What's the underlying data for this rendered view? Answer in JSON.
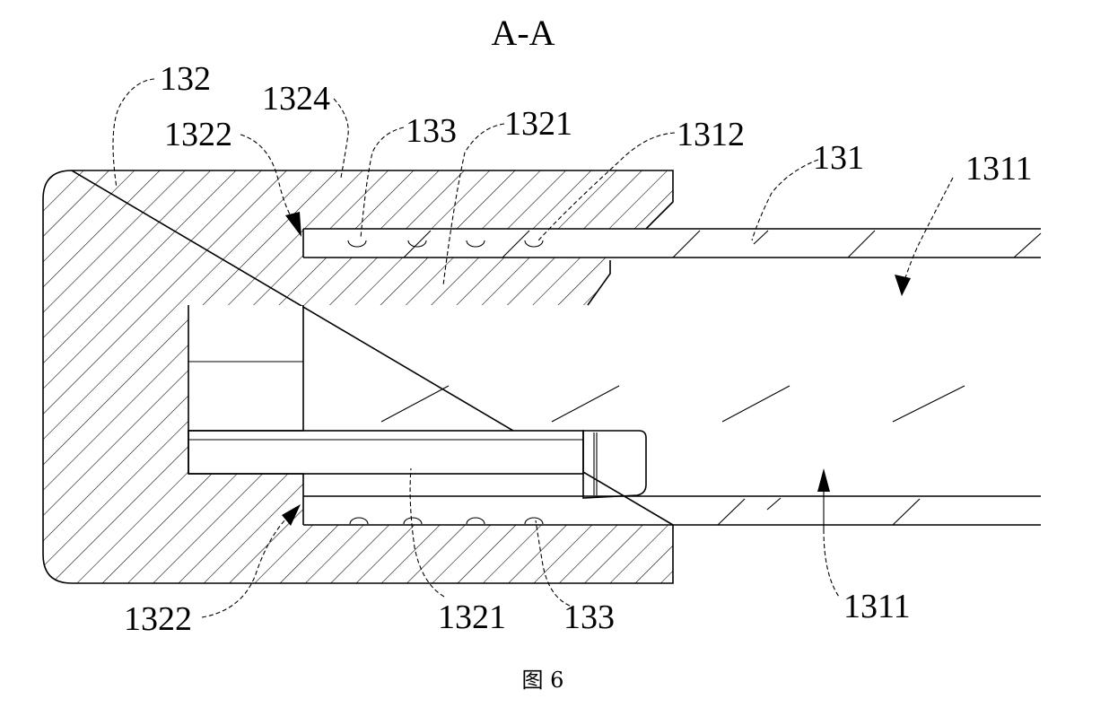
{
  "figure": {
    "title": "A-A",
    "caption": "图 6",
    "labels": {
      "l132": "132",
      "l1324": "1324",
      "l1322_top": "1322",
      "l133_top": "133",
      "l1321_top": "1321",
      "l1312": "1312",
      "l131": "131",
      "l1311_top": "1311",
      "l1322_bottom": "1322",
      "l1321_bottom": "1321",
      "l133_bottom": "133",
      "l1311_bottom": "1311"
    }
  }
}
